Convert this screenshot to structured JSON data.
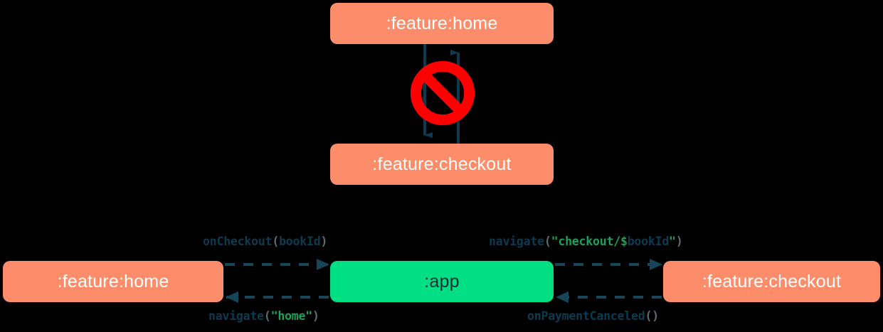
{
  "diagram": {
    "title": "Module navigation dependency diagram",
    "colors": {
      "background": "#000000",
      "module_orange": "#FC8C6A",
      "app_green": "#00DF83",
      "edge_dark": "#0e3a50",
      "string_green": "#1ea05a",
      "punctuation_gray": "#5f6b70",
      "forbidden_red": "#FF0000"
    },
    "top_section": {
      "nodes": [
        {
          "id": "home-top",
          "label": ":feature:home",
          "style": "orange"
        },
        {
          "id": "checkout-top",
          "label": ":feature:checkout",
          "style": "orange"
        }
      ],
      "forbidden_marker": {
        "icon": "prohibition-icon",
        "meaning": "direct dependency not allowed"
      },
      "edges": [
        {
          "from": ":feature:home",
          "to": ":feature:checkout",
          "direction": "down",
          "style": "solid"
        },
        {
          "from": ":feature:checkout",
          "to": ":feature:home",
          "direction": "up",
          "style": "solid"
        }
      ]
    },
    "bottom_section": {
      "nodes": [
        {
          "id": "home-bot",
          "label": ":feature:home",
          "style": "orange"
        },
        {
          "id": "app",
          "label": ":app",
          "style": "green"
        },
        {
          "id": "checkout-bot",
          "label": ":feature:checkout",
          "style": "orange"
        }
      ],
      "edges": [
        {
          "id": "home-to-app",
          "from": ":feature:home",
          "to": ":app",
          "direction": "right",
          "style": "dashed",
          "label_plain": "onCheckout(bookId)",
          "label_tokens": [
            {
              "text": "onCheckout",
              "kind": "fn"
            },
            {
              "text": "(",
              "kind": "punc"
            },
            {
              "text": "bookId",
              "kind": "var"
            },
            {
              "text": ")",
              "kind": "punc"
            }
          ]
        },
        {
          "id": "app-to-checkout",
          "from": ":app",
          "to": ":feature:checkout",
          "direction": "right",
          "style": "dashed",
          "label_plain": "navigate(\"checkout/$bookId\")",
          "label_tokens": [
            {
              "text": "navigate",
              "kind": "fn"
            },
            {
              "text": "(",
              "kind": "punc"
            },
            {
              "text": "\"checkout/",
              "kind": "str"
            },
            {
              "text": "$",
              "kind": "str"
            },
            {
              "text": "bookId",
              "kind": "var"
            },
            {
              "text": "\"",
              "kind": "str"
            },
            {
              "text": ")",
              "kind": "punc"
            }
          ]
        },
        {
          "id": "app-to-home",
          "from": ":app",
          "to": ":feature:home",
          "direction": "left",
          "style": "dashed",
          "label_plain": "navigate(\"home\")",
          "label_tokens": [
            {
              "text": "navigate",
              "kind": "fn"
            },
            {
              "text": "(",
              "kind": "punc"
            },
            {
              "text": "\"home\"",
              "kind": "str"
            },
            {
              "text": ")",
              "kind": "punc"
            }
          ]
        },
        {
          "id": "checkout-to-app",
          "from": ":feature:checkout",
          "to": ":app",
          "direction": "left",
          "style": "dashed",
          "label_plain": "onPaymentCanceled()",
          "label_tokens": [
            {
              "text": "onPaymentCanceled",
              "kind": "fn"
            },
            {
              "text": "()",
              "kind": "punc"
            }
          ]
        }
      ]
    }
  }
}
